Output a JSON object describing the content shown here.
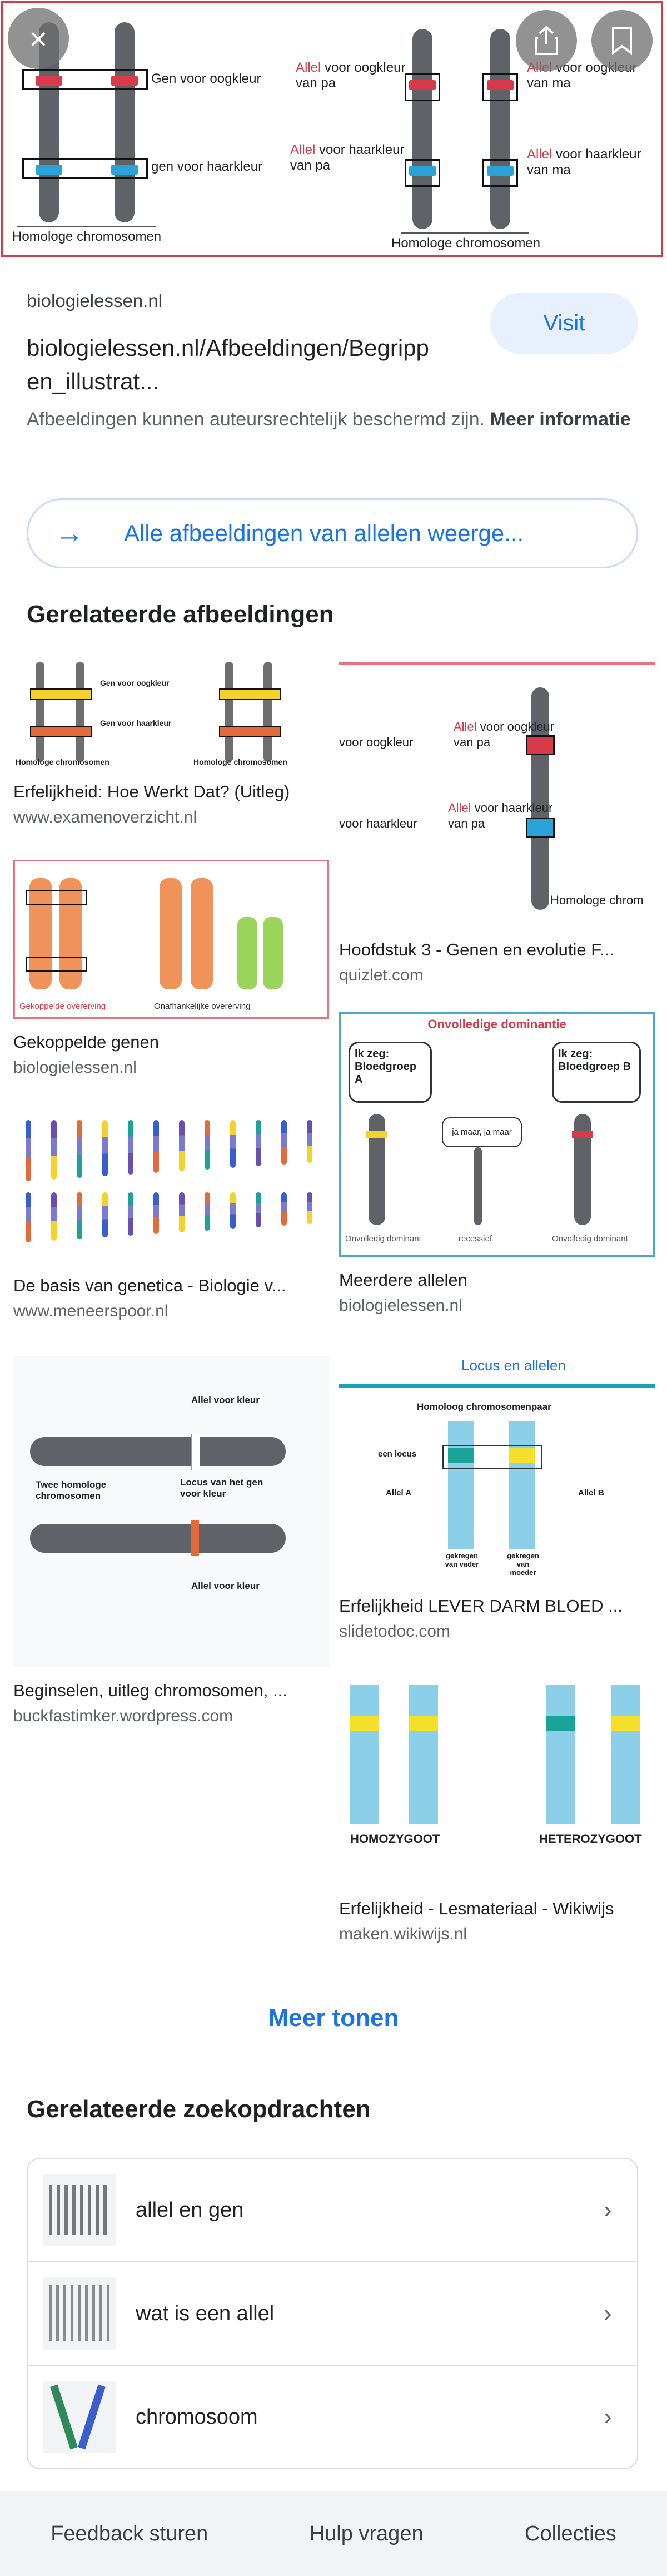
{
  "hero": {
    "left_labels": [
      "Gen voor oogkleur",
      "gen voor haarkleur"
    ],
    "left_caption": "Homologe chromosomen",
    "right_caption": "Homologe chromosomen",
    "allel_word": "Allel",
    "labels_pa": [
      "voor oogkleur",
      "van pa",
      "voor haarkleur",
      "van pa"
    ],
    "labels_ma": [
      "voor oogkleur",
      "van ma",
      "voor haarkleur",
      "van ma"
    ],
    "colors": {
      "red": "#d93a4a",
      "blue": "#2aa3d9",
      "chromosome": "#5f6368"
    },
    "close_icon": "×",
    "share_icon": "share",
    "bookmark_icon": "bookmark"
  },
  "source": {
    "site": "biologielessen.nl",
    "visit_label": "Visit",
    "url_line1": "biologielessen.nl/Afbeeldingen/Begripp",
    "url_line2": "en_illustrat...",
    "copyright_text": "Afbeeldingen kunnen auteursrechtelijk beschermd zijn.",
    "more_info": "Meer informatie"
  },
  "all_images_label": "Alle afbeeldingen van allelen weerge...",
  "related_images": {
    "title": "Gerelateerde afbeeldingen",
    "left": [
      {
        "title": "Erfelijkheid: Hoe Werkt Dat? (Uitleg)",
        "source": "www.examenoverzicht.nl"
      },
      {
        "title": "Gekoppelde genen",
        "source": "biologielessen.nl"
      },
      {
        "title": "De basis van genetica - Biologie v...",
        "source": "www.meneerspoor.nl"
      },
      {
        "title": "Beginselen, uitleg chromosomen, ...",
        "source": "buckfastimker.wordpress.com"
      }
    ],
    "right": [
      {
        "title": "Hoofdstuk 3 - Genen en evolutie F...",
        "source": "quizlet.com"
      },
      {
        "title": "Meerdere allelen",
        "source": "biologielessen.nl"
      },
      {
        "title": "Erfelijkheid LEVER DARM BLOED ...",
        "source": "slidetodoc.com"
      },
      {
        "title": "Erfelijkheid - Lesmateriaal - Wikiwijs",
        "source": "maken.wikiwijs.nl"
      }
    ],
    "thumb_text": {
      "t1a": "Gen voor oogkleur",
      "t1b": "Gen voor haarkleur",
      "t1c": "Homologe chromosomen",
      "t4a": "Allel voor oogkleur",
      "t4b": "van pa",
      "t4c": "Allel voor haarkleur",
      "t4d": "van pa",
      "t4e": "voor oogkleur",
      "t4f": "voor haarkleur",
      "t4g": "Homologe chrom",
      "t5a": "Gekoppelde overerving",
      "t5b": "Onafhankelijke overerving",
      "t6title": "Onvolledige dominantie",
      "t6a": "Ik zeg:",
      "t6b": "Bloedgroep A",
      "t6c": "Bloedgroep B",
      "t6d": "ja maar, ja maar",
      "t6e": "Onvolledig dominant",
      "t6f": "recessief",
      "t6g": "Onvolledig dominant",
      "t8a": "Allel voor kleur",
      "t8b": "Twee homologe chromosomen",
      "t8c": "Locus van het gen voor kleur",
      "t8d": "Allel voor kleur",
      "t9title": "Locus en allelen",
      "t9a": "Homoloog chromosomenpaar",
      "t9b": "een locus",
      "t9c": "Allel A",
      "t9d": "Allel B",
      "t9e": "gekregen van vader",
      "t9f": "gekregen van moeder",
      "t10a": "HOMOZYGOOT",
      "t10b": "HETEROZYGOOT"
    }
  },
  "more_label": "Meer tonen",
  "related_searches": {
    "title": "Gerelateerde zoekopdrachten",
    "items": [
      "allel en gen",
      "wat is een allel",
      "chromosoom"
    ]
  },
  "bottom_bar": [
    "Feedback sturen",
    "Hulp vragen",
    "Collecties"
  ]
}
